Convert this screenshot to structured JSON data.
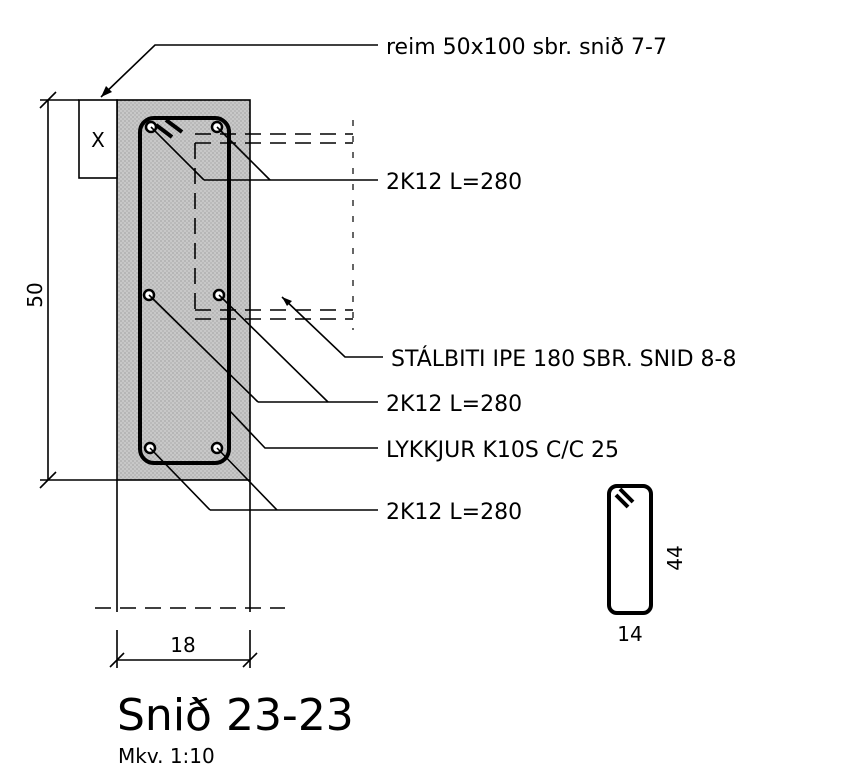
{
  "labels": {
    "reim": "reim 50x100 sbr. snið 7-7",
    "top_bars": "2K12 L=280",
    "steel_beam": "STÁLBITI IPE 180 SBR. SNID 8-8",
    "mid_bars": "2K12 L=280",
    "stirrups": "LYKKJUR K10S C/C 25",
    "bottom_bars": "2K12 L=280",
    "timber_mark": "X"
  },
  "dimensions": {
    "height": "50",
    "width": "18",
    "stirrup_height": "44",
    "stirrup_width": "14"
  },
  "title": {
    "section": "Snið 23-23",
    "scale": "Mkv. 1:10"
  }
}
